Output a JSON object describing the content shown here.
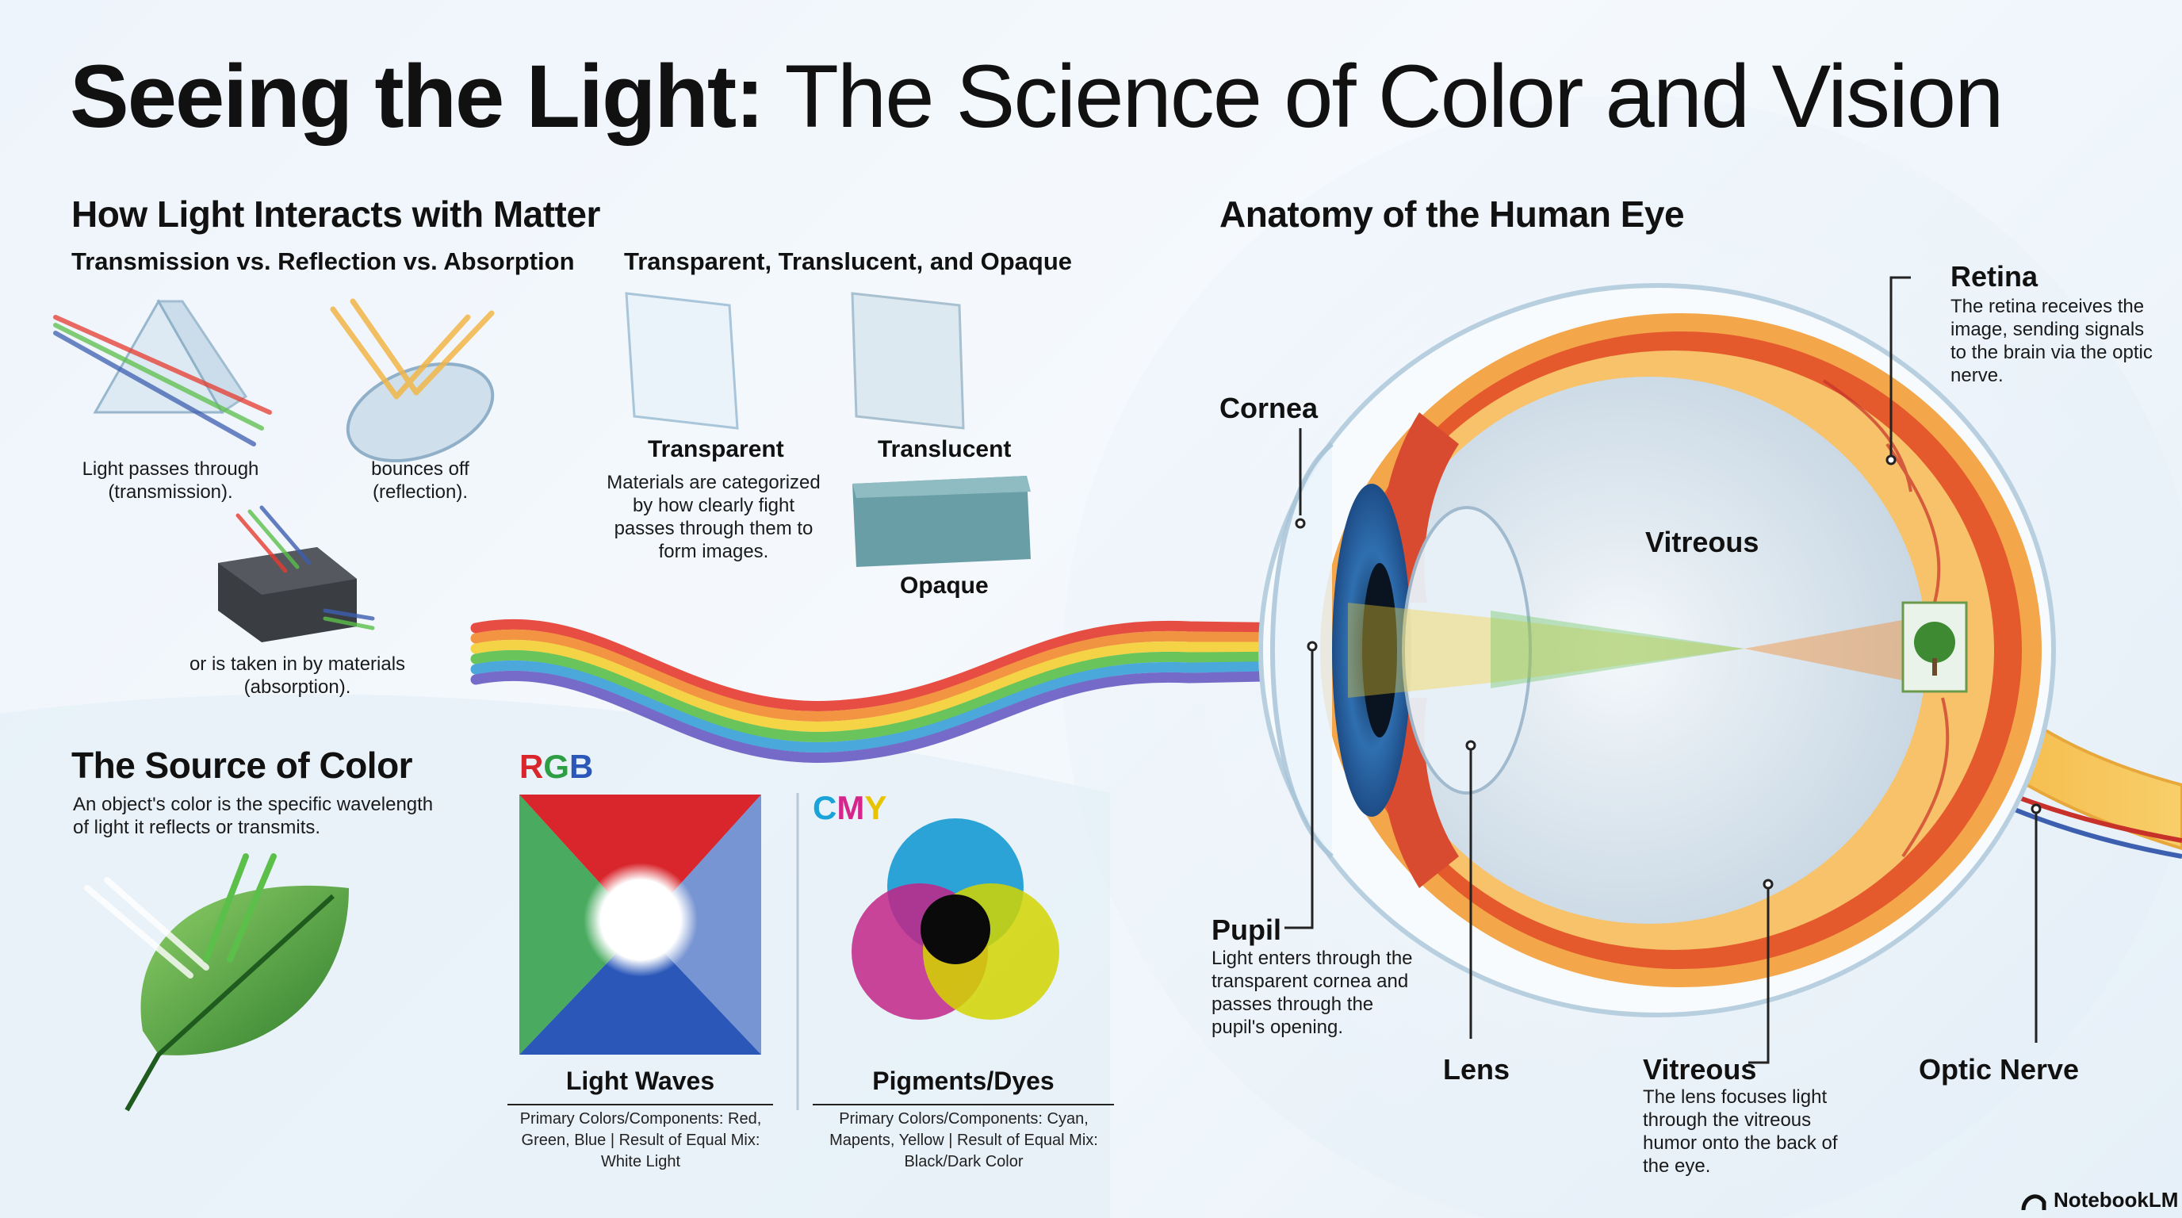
{
  "title": {
    "bold": "Seeing the Light:",
    "rest": " The Science of Color and Vision"
  },
  "interaction": {
    "heading": "How Light Interacts with Matter",
    "sub_left": "Transmission vs. Reflection vs. Absorption",
    "transmission_caption": "Light passes through (transmission).",
    "reflection_caption": "bounces off (reflection).",
    "absorption_caption": "or is taken in by materials (absorption).",
    "sub_right": "Transparent, Translucent, and Opaque",
    "transparent_label": "Transparent",
    "transparent_desc": "Materials are categorized by how clearly fight passes through them to form images.",
    "translucent_label": "Translucent",
    "opaque_label": "Opaque"
  },
  "source": {
    "heading": "The Source of Color",
    "desc": "An object's color is the specific wavelength of light it reflects or transmits.",
    "rgb": {
      "letters": [
        "R",
        "G",
        "B"
      ],
      "colors": [
        "#d8262c",
        "#2e9e45",
        "#2a57b8"
      ]
    },
    "cmy": {
      "letters": [
        "C",
        "M",
        "Y"
      ],
      "colors": [
        "#1aa3d8",
        "#d5278b",
        "#e8c400"
      ]
    },
    "light_label": "Light Waves",
    "light_desc": "Primary Colors/Components: Red, Green, Blue | Result of Equal Mix: White Light",
    "pigment_label": "Pigments/Dyes",
    "pigment_desc": "Primary Colors/Components: Cyan, Mapents, Yellow | Result of Equal Mix: Black/Dark Color"
  },
  "eye": {
    "heading": "Anatomy of the Human Eye",
    "retina_label": "Retina",
    "retina_desc": "The retina receives the image, sending signals to the brain via the optic nerve.",
    "cornea_label": "Cornea",
    "vitreous_center_label": "Vitreous",
    "pupil_label": "Pupil",
    "pupil_desc": "Light enters through the transparent cornea and passes through the pupil's opening.",
    "lens_label": "Lens",
    "vitreous_label": "Vitreous",
    "vitreous_desc": "The lens focuses light through the vitreous humor onto the back of the eye.",
    "optic_label": "Optic Nerve"
  },
  "brand": "NotebookLM",
  "colors": {
    "spectrum": [
      "#e63b2e",
      "#f28a2e",
      "#f5d033",
      "#5bbf4a",
      "#3aa0d8",
      "#6a5cc4"
    ]
  }
}
